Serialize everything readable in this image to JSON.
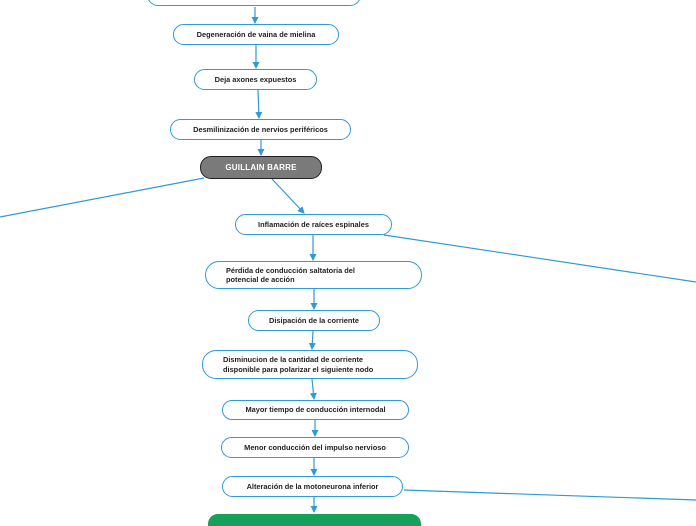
{
  "colors": {
    "connector": "#2e9ad6",
    "node_border": "#2e9ad6",
    "main_fill": "#7a7a7a",
    "main_border": "#222222",
    "green_fill": "#13a15c"
  },
  "nodes": {
    "top_partial": "",
    "degeneracion": "Degeneración de vaina de mielina",
    "axones": "Deja axones expuestos",
    "desmielinizacion": "Desmilinización de nervios periféricos",
    "guillain": "GUILLAIN BARRE",
    "inflamacion": "Inflamación de raíces espinales",
    "perdida": "Pérdida de conducción saltatoria del potencial de acción",
    "disipacion": "Disipación de la corriente",
    "disminucion": "Disminucion de la cantidad de corriente disponible para polarizar el siguiente nodo",
    "mayor": "Mayor tiempo de conducción internodal",
    "menor": "Menor conducción del impulso nervioso",
    "alteracion": "Alteración de la motoneurona inferior",
    "bottom_partial": ""
  }
}
